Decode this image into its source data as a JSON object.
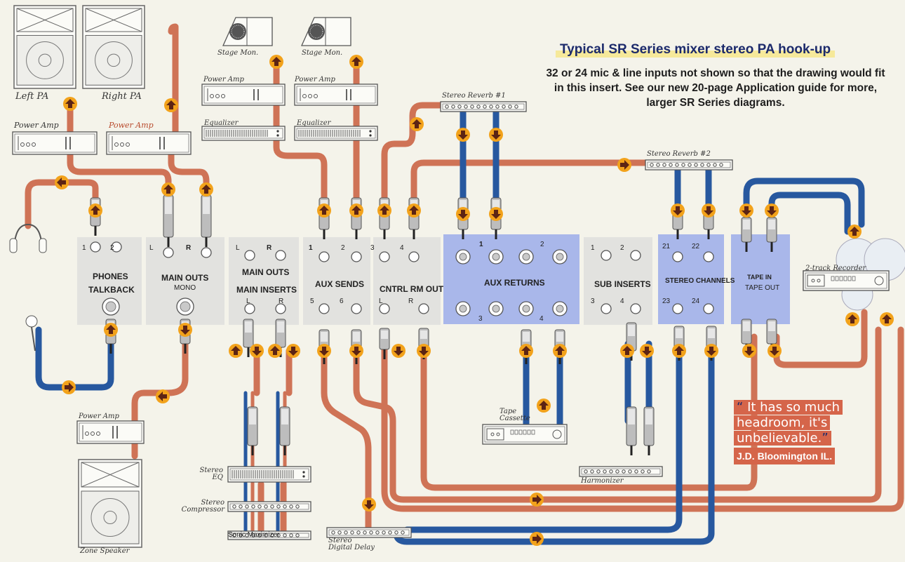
{
  "title": "Typical SR Series mixer stereo PA hook-up",
  "description": "32 or 24 mic & line inputs not shown so that the drawing would fit in this insert. See our new 20-page Application guide for more, larger SR Series diagrams.",
  "quote": {
    "text_line1": "It has so much",
    "text_line2": "headroom, it's",
    "text_line3": "unbelievable.",
    "attribution": "J.D. Bloomington IL."
  },
  "devices": {
    "left_pa": "Left PA",
    "right_pa": "Right PA",
    "power_amp": "Power Amp",
    "stage_mon": "Stage Mon.",
    "equalizer": "Equalizer",
    "stereo_reverb_1": "Stereo Reverb #1",
    "stereo_reverb_2": "Stereo Reverb #2",
    "two_track": "2-track Recorder",
    "tape_cassette": "Tape Cassette",
    "harmonizer": "Harmonizer",
    "stereo_eq": "Stereo EQ",
    "stereo_compressor": "Stereo Compressor",
    "sonic_maximizer": "Sonic Maximizer",
    "stereo_digital_delay": "Stereo Digital Delay",
    "zone_speaker": "Zone Speaker"
  },
  "sections": {
    "phones": "PHONES",
    "talkback": "TALKBACK",
    "main_outs": "MAIN OUTS",
    "mono": "MONO",
    "main_outs_2": "MAIN OUTS",
    "main_inserts": "MAIN INSERTS",
    "aux_sends": "AUX SENDS",
    "cntrl_rm_out": "CNTRL RM OUT",
    "aux_returns": "AUX RETURNS",
    "sub_inserts": "SUB INSERTS",
    "stereo_channels": "STEREO CHANNELS",
    "tape_in": "TAPE IN",
    "tape_out": "TAPE OUT"
  },
  "jack_labels": {
    "n1": "1",
    "n2": "2",
    "n3": "3",
    "n4": "4",
    "n5": "5",
    "n6": "6",
    "n21": "21",
    "n22": "22",
    "n23": "23",
    "n24": "24",
    "L": "L",
    "R": "R"
  },
  "colors": {
    "background": "#f4f3ea",
    "cable_orange": "#cf7356",
    "cable_blue": "#27589f",
    "panel_gray": "#e2e2df",
    "panel_blue": "#a9b7ea",
    "title_navy": "#1c2a6b",
    "arrow_orange": "#f2a21b",
    "arrow_dark": "#4a1a12"
  }
}
